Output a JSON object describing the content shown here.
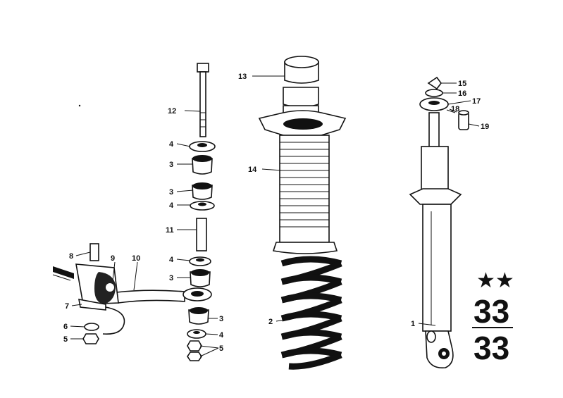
{
  "callouts": {
    "p1": "1",
    "p2": "2",
    "p3a": "3",
    "p3b": "3",
    "p3c": "3",
    "p3d": "3",
    "p4a": "4",
    "p4b": "4",
    "p4c": "4",
    "p4d": "4",
    "p5a": "5",
    "p5b": "5",
    "p6": "6",
    "p7": "7",
    "p8": "8",
    "p9": "9",
    "p10": "10",
    "p11": "11",
    "p12": "12",
    "p13": "13",
    "p14": "14",
    "p15": "15",
    "p16": "16",
    "p17": "17",
    "p18": "18",
    "p19": "19"
  },
  "group_code": {
    "stars": "★★",
    "top": "33",
    "bottom": "33"
  }
}
